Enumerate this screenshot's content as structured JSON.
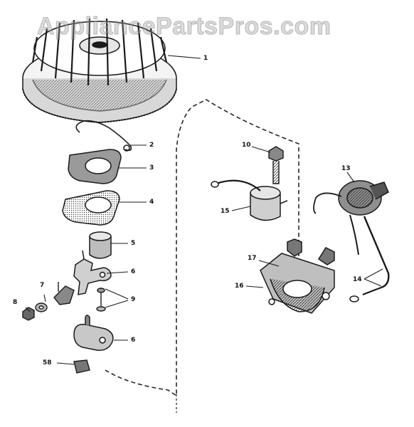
{
  "watermark": "AppliancePartsPros.com",
  "callouts": {
    "flywheel": "1",
    "spring": "2",
    "gasket_upper": "3",
    "gasket_lower": "4",
    "bushing": "5",
    "bracket": "6",
    "washer": "7",
    "nut": "8",
    "screw_set": "9",
    "base_plate": "6",
    "clip": "58",
    "screw": "10",
    "condenser": "15",
    "coil": "13",
    "stator": "16",
    "stator_pin": "17",
    "wire_leads": "14"
  },
  "colors": {
    "ink": "#1a1a1a",
    "shade": "#555555"
  }
}
